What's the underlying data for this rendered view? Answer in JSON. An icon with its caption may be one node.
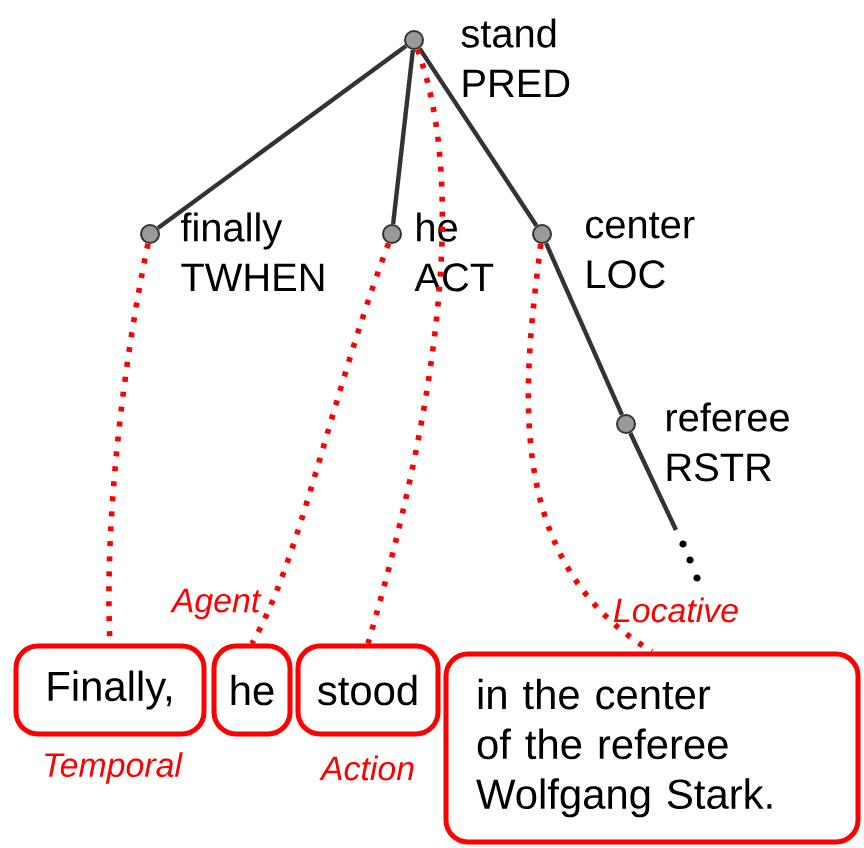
{
  "diagram": {
    "nodes": [
      {
        "text": [
          "stand",
          "PRED"
        ]
      },
      {
        "text": [
          "finally",
          "TWHEN"
        ]
      },
      {
        "text": [
          "he",
          "ACT"
        ]
      },
      {
        "text": [
          "center",
          "LOC"
        ]
      },
      {
        "text": [
          "referee",
          "RSTR"
        ]
      },
      {
        "text": [
          "Finally,"
        ],
        "beside": [
          "Temporal"
        ]
      },
      {
        "text": [
          "he"
        ],
        "beside": [
          "Agent"
        ]
      },
      {
        "text": [
          "stood"
        ],
        "beside": [
          "Action"
        ]
      },
      {
        "text": [
          "in the center of the referee Wolfgang Stark."
        ],
        "beside": [
          "Locative"
        ]
      }
    ],
    "edges": [
      {
        "from": 0,
        "to": 1,
        "arrow": "none"
      },
      {
        "from": 0,
        "to": 2,
        "arrow": "none"
      },
      {
        "from": 0,
        "to": 3,
        "arrow": "none"
      },
      {
        "from": 3,
        "to": 4,
        "arrow": "none"
      },
      {
        "from": 4,
        "to": null,
        "arrow": "none"
      },
      {
        "from": 1,
        "to": 5,
        "arrow": "none",
        "style": "dashed",
        "color": "#ff0000"
      },
      {
        "from": 2,
        "to": 6,
        "arrow": "none",
        "style": "dashed",
        "color": "#ff0000"
      },
      {
        "from": 0,
        "to": 7,
        "arrow": "none",
        "style": "dashed",
        "color": "#ff0000"
      },
      {
        "from": 3,
        "to": 8,
        "arrow": "none",
        "style": "dashed",
        "color": "#ff0000"
      }
    ]
  }
}
